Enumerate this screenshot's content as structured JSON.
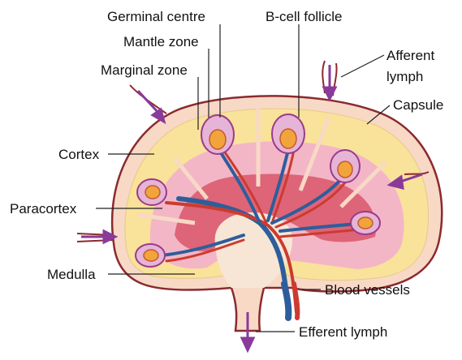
{
  "labels": {
    "germinal_centre": "Germinal centre",
    "b_cell_follicle": "B-cell follicle",
    "mantle_zone": "Mantle zone",
    "marginal_zone": "Marginal zone",
    "afferent_lymph_1": "Afferent",
    "afferent_lymph_2": "lymph",
    "capsule": "Capsule",
    "cortex": "Cortex",
    "paracortex": "Paracortex",
    "medulla": "Medulla",
    "blood_vessels": "Blood vessels",
    "efferent_lymph": "Efferent lymph"
  },
  "colors": {
    "capsule_fill": "#f7d9c6",
    "capsule_stroke": "#8b2a2f",
    "cortex": "#f9e29a",
    "paracortex": "#f3b6c6",
    "medulla_cords": "#d9566a",
    "sinus": "#f7e6d6",
    "follicle_outer": "#e6b4d6",
    "follicle_ring": "#9b3a8c",
    "germinal_centre": "#f2a43c",
    "artery": "#cc3b2f",
    "vein": "#2d5e9b",
    "arrow": "#8a3a9a"
  }
}
